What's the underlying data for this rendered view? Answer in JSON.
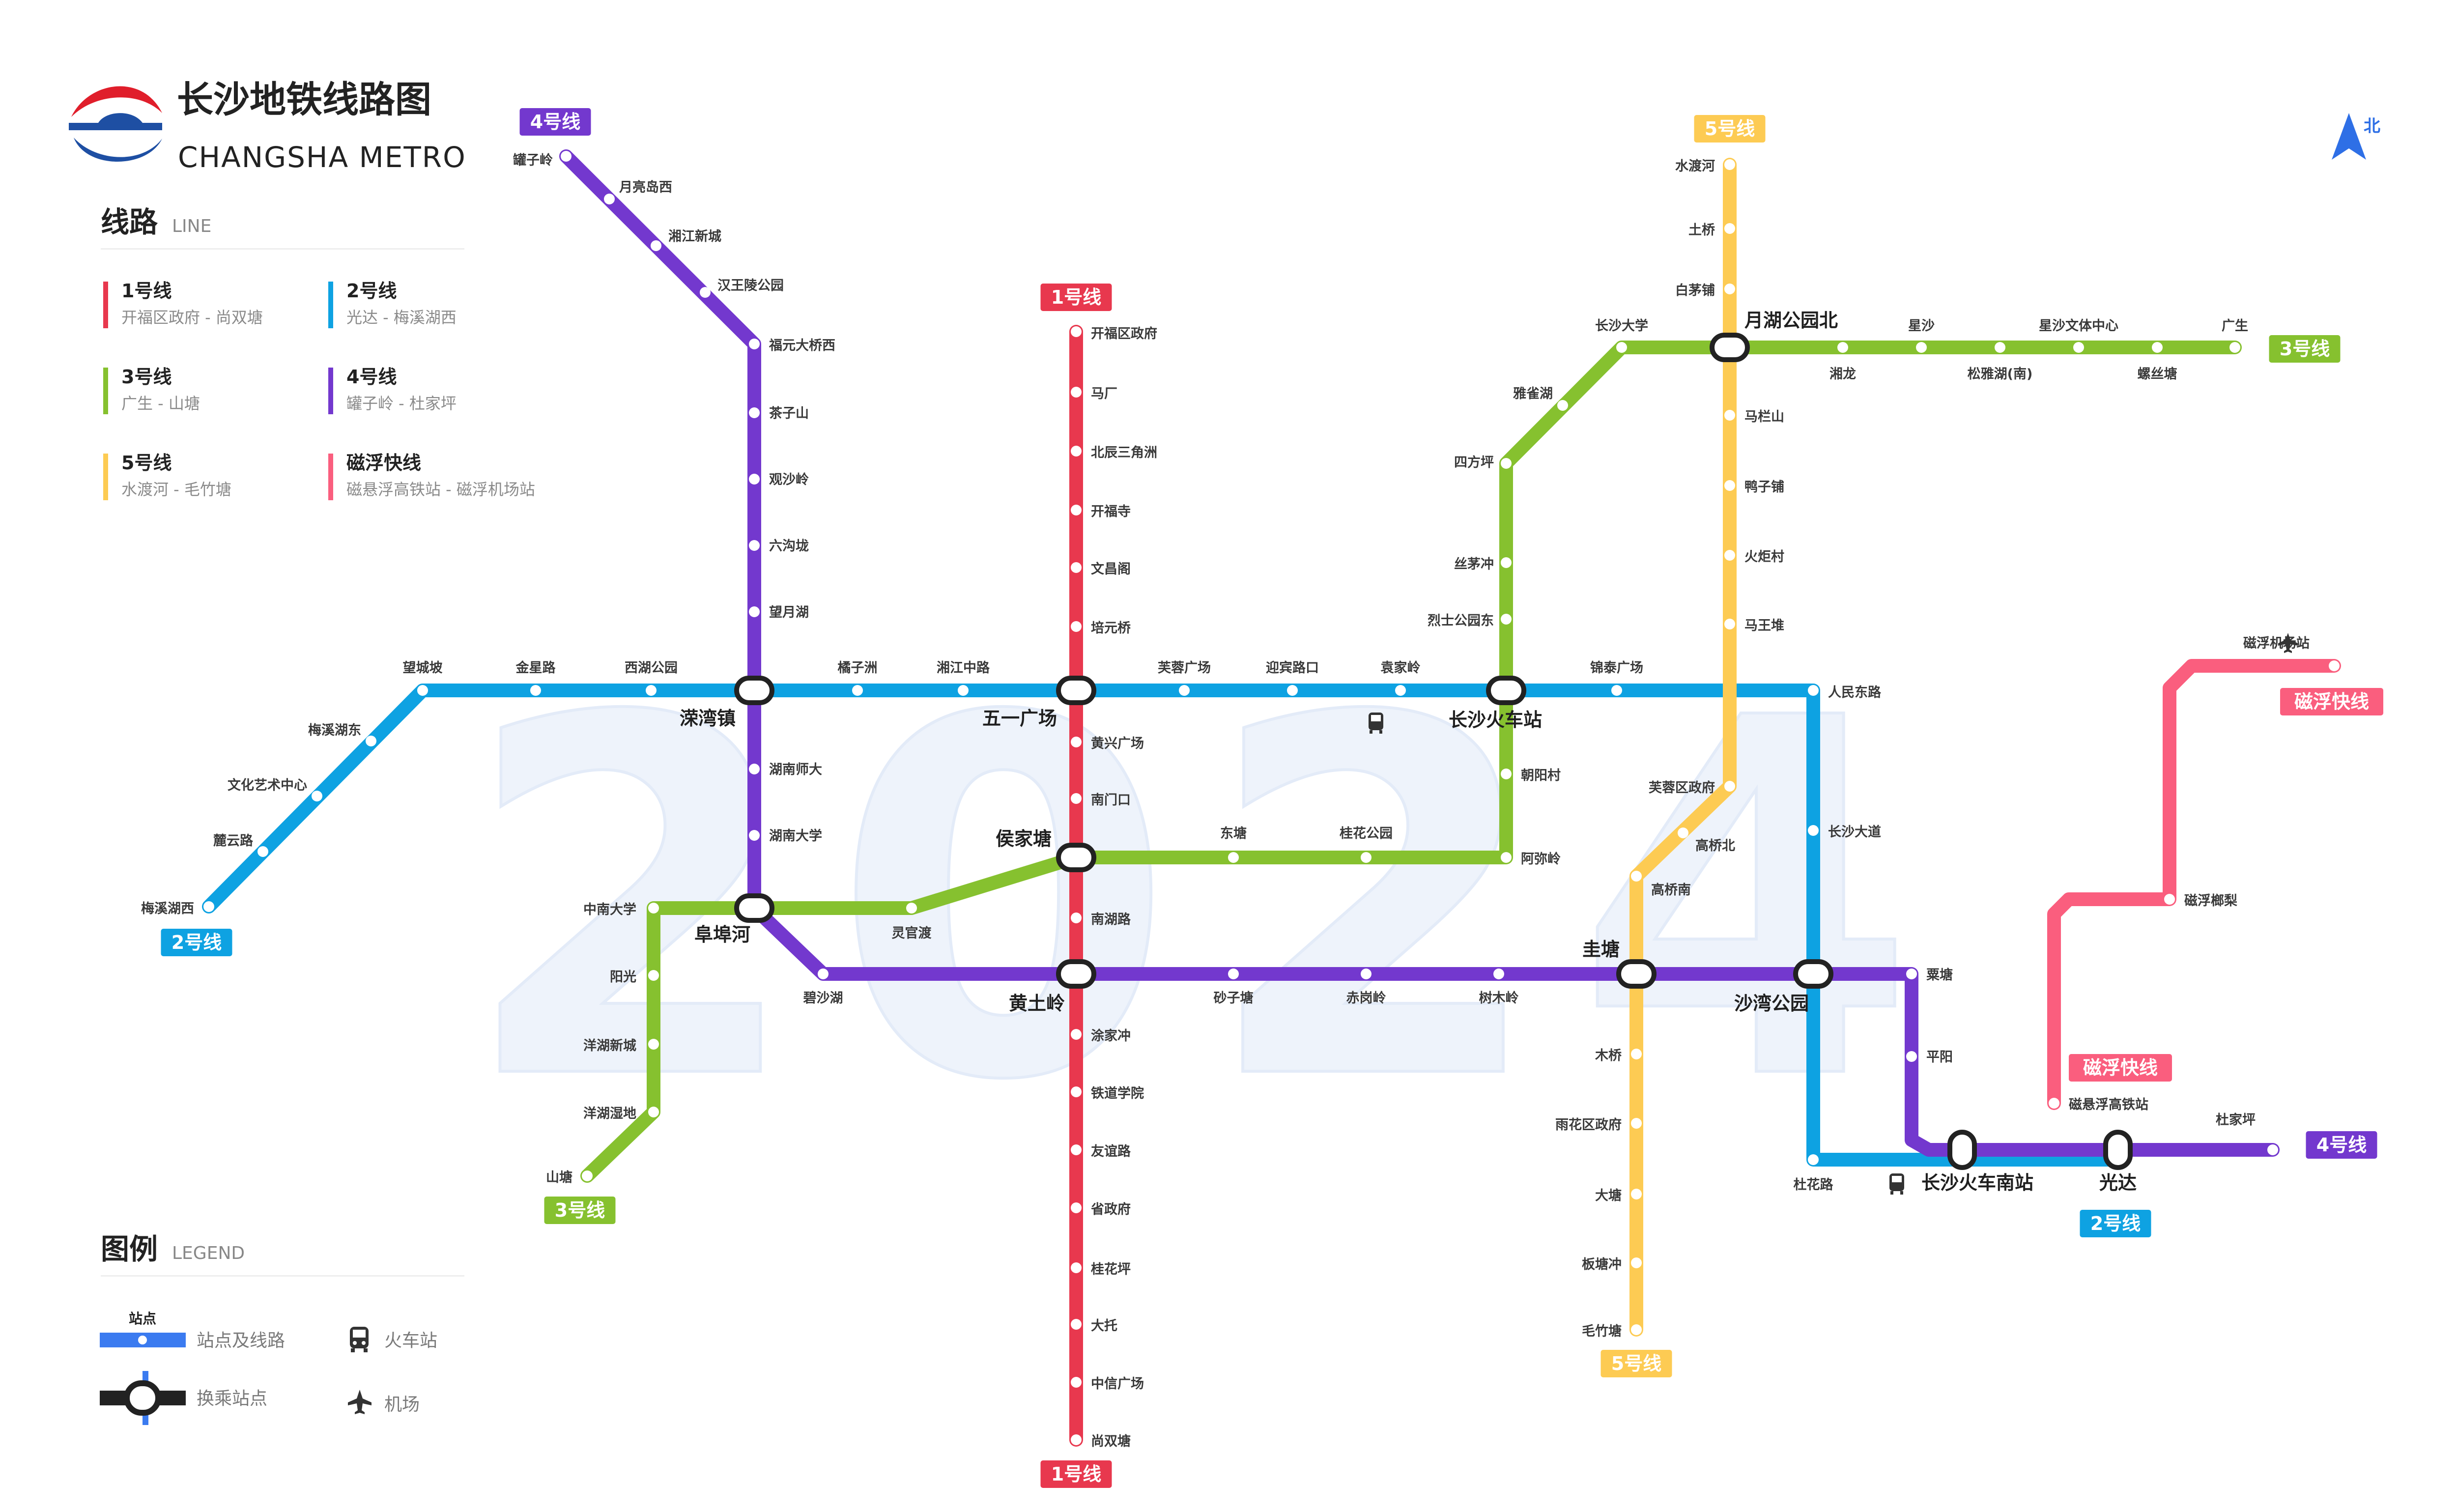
{
  "header": {
    "title": "长沙地铁线路图",
    "subtitle": "CHANGSHA METRO",
    "north": "北"
  },
  "colors": {
    "line1": "#E8384E",
    "line2": "#0EA2E2",
    "line3": "#86C12F",
    "line4": "#7338CE",
    "line5": "#FDCB53",
    "maglev": "#FA5E7E",
    "legend_line": "#3B7BF0",
    "watermark": "#EEF3FB",
    "logo_red": "#E01E2B",
    "logo_blue": "#1E4FA3"
  },
  "line_panel": {
    "heading": "线路",
    "heading_en": "LINE",
    "items": [
      {
        "name": "1号线",
        "desc": "开福区政府 - 尚双塘",
        "color": "#E8384E"
      },
      {
        "name": "2号线",
        "desc": "光达 - 梅溪湖西",
        "color": "#0EA2E2"
      },
      {
        "name": "3号线",
        "desc": "广生 - 山塘",
        "color": "#86C12F"
      },
      {
        "name": "4号线",
        "desc": "罐子岭 - 杜家坪",
        "color": "#7338CE"
      },
      {
        "name": "5号线",
        "desc": "水渡河 - 毛竹塘",
        "color": "#FDCB53"
      },
      {
        "name": "磁浮快线",
        "desc": "磁悬浮高铁站 - 磁浮机场站",
        "color": "#FA5E7E"
      }
    ]
  },
  "legend": {
    "heading": "图例",
    "heading_en": "LEGEND",
    "station_tag": "站点",
    "station_line_label": "站点及线路",
    "interchange_label": "换乘站点",
    "train_label": "火车站",
    "airport_label": "机场",
    "icons": [
      "train-icon",
      "airplane-icon"
    ]
  },
  "watermark_text": "2024",
  "line_badges": [
    {
      "text": "4号线",
      "color": "#7338CE"
    },
    {
      "text": "1号线",
      "color": "#E8384E"
    },
    {
      "text": "5号线",
      "color": "#FDCB53"
    },
    {
      "text": "3号线",
      "color": "#86C12F"
    },
    {
      "text": "磁浮快线",
      "color": "#FA5E7E"
    },
    {
      "text": "2号线",
      "color": "#0EA2E2"
    },
    {
      "text": "3号线",
      "color": "#86C12F"
    },
    {
      "text": "1号线",
      "color": "#E8384E"
    },
    {
      "text": "5号线",
      "color": "#FDCB53"
    },
    {
      "text": "磁浮快线",
      "color": "#FA5E7E"
    },
    {
      "text": "4号线",
      "color": "#7338CE"
    },
    {
      "text": "2号线",
      "color": "#0EA2E2"
    }
  ],
  "stations": [
    "罐子岭",
    "月亮岛西",
    "湘江新城",
    "汉王陵公园",
    "福元大桥西",
    "茶子山",
    "观沙岭",
    "六沟垅",
    "望月湖",
    "湖南师大",
    "湖南大学",
    "碧沙湖",
    "砂子塘",
    "赤岗岭",
    "树木岭",
    "粟塘",
    "平阳",
    "杜家坪",
    "开福区政府",
    "马厂",
    "北辰三角洲",
    "开福寺",
    "文昌阁",
    "培元桥",
    "黄兴广场",
    "南门口",
    "南湖路",
    "涂家冲",
    "铁道学院",
    "友谊路",
    "省政府",
    "桂花坪",
    "大托",
    "中信广场",
    "尚双塘",
    "梅溪湖西",
    "麓云路",
    "文化艺术中心",
    "梅溪湖东",
    "望城坡",
    "金星路",
    "西湖公园",
    "橘子洲",
    "湘江中路",
    "芙蓉广场",
    "迎宾路口",
    "袁家岭",
    "锦泰广场",
    "人民东路",
    "长沙大道",
    "杜花路",
    "广生",
    "螺丝塘",
    "星沙文体中心",
    "松雅湖(南)",
    "星沙",
    "湘龙",
    "长沙大学",
    "雅雀湖",
    "四方坪",
    "丝茅冲",
    "烈士公园东",
    "朝阳村",
    "阿弥岭",
    "桂花公园",
    "东塘",
    "灵官渡",
    "中南大学",
    "阳光",
    "洋湖新城",
    "洋湖湿地",
    "山塘",
    "水渡河",
    "土桥",
    "白茅铺",
    "马栏山",
    "鸭子铺",
    "火炬村",
    "马王堆",
    "芙蓉区政府",
    "高桥北",
    "高桥南",
    "木桥",
    "雨花区政府",
    "大塘",
    "板塘冲",
    "毛竹塘",
    "磁浮机场站",
    "磁浮榔梨",
    "磁悬浮高铁站"
  ],
  "interchanges": [
    "溁湾镇",
    "五一广场",
    "长沙火车站",
    "月湖公园北",
    "侯家塘",
    "阜埠河",
    "黄土岭",
    "圭塘",
    "沙湾公园",
    "长沙火车南站",
    "光达"
  ]
}
